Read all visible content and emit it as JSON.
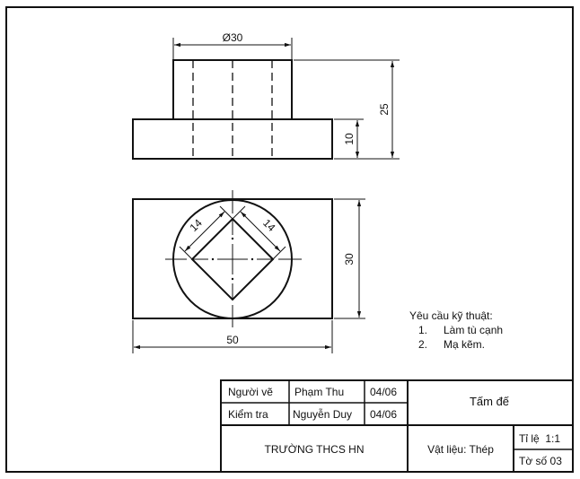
{
  "drawing": {
    "top_view": {
      "dim_diameter": "Ø30",
      "dim_total_height": "25",
      "dim_base_height": "10"
    },
    "plan_view": {
      "dim_square_side_left": "14",
      "dim_square_side_right": "14",
      "dim_height": "30",
      "dim_width": "50"
    },
    "requirements": {
      "title": "Yêu cầu kỹ thuật:",
      "items": [
        {
          "num": "1.",
          "text": "Làm tù cạnh"
        },
        {
          "num": "2.",
          "text": "Mạ kẽm."
        }
      ]
    }
  },
  "title_block": {
    "drawn_by_label": "Người vẽ",
    "drawn_by_name": "Phạm Thu",
    "drawn_date": "04/06",
    "checked_label": "Kiểm tra",
    "checked_name": "Nguyễn Duy",
    "checked_date": "04/06",
    "part_name": "Tấm đế",
    "school": "TRƯỜNG THCS HN",
    "material": "Vật liệu: Thép",
    "scale": "Tỉ lệ  1:1",
    "sheet": "Tờ số 03"
  }
}
